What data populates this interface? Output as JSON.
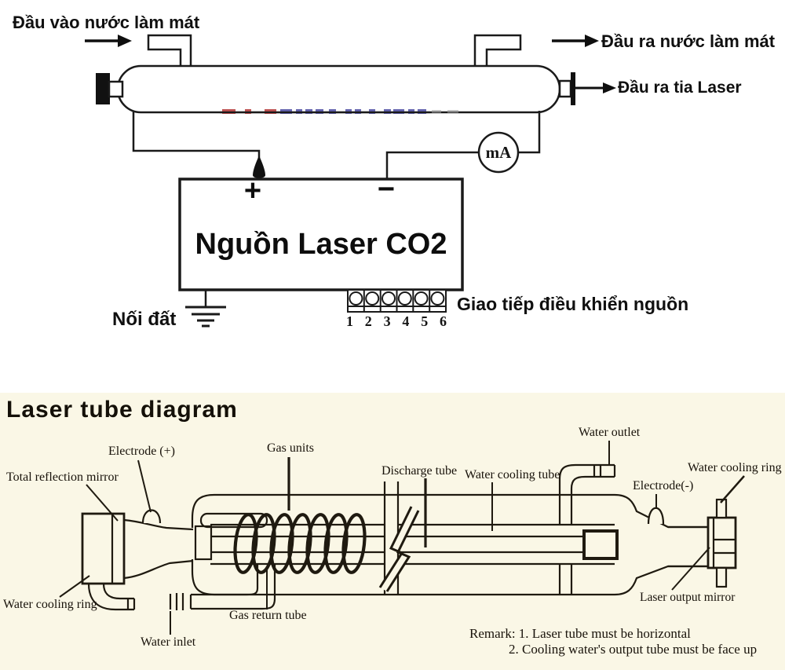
{
  "top_diagram": {
    "water_in_label": "Đầu vào nước làm mát",
    "water_out_label": "Đầu ra nước làm mát",
    "laser_out_label": "Đầu ra tia Laser",
    "meter_label": "mA",
    "power_supply": {
      "title": "Nguồn Laser CO2",
      "plus": "+",
      "minus": "−",
      "ground_label": "Nối đất",
      "terminal_numbers": [
        "1",
        "2",
        "3",
        "4",
        "5",
        "6"
      ],
      "terminal_label": "Giao tiếp điều khiển nguồn"
    }
  },
  "bottom_diagram": {
    "title": "Laser tube diagram",
    "labels": {
      "total_reflection_mirror": "Total reflection mirror",
      "electrode_plus": "Electrode (+)",
      "gas_units": "Gas units",
      "discharge_tube": "Discharge tube",
      "water_cooling_tube": "Water cooling tube",
      "water_outlet": "Water outlet",
      "water_cooling_ring_right": "Water cooling ring",
      "electrode_minus": "Electrode(-)",
      "water_cooling_ring_left": "Water cooling ring",
      "water_inlet": "Water inlet",
      "gas_return_tube": "Gas return tube",
      "laser_output_mirror": "Laser output mirror"
    },
    "remark_line1": "Remark: 1. Laser tube must be horizontal",
    "remark_line2": "2.  Cooling water's output tube must be face up"
  },
  "colors": {
    "line": "#1a1a1a",
    "paper_bottom": "#faf7e6",
    "watermark_red": "#b23434",
    "watermark_blue": "#4a4aa0"
  }
}
